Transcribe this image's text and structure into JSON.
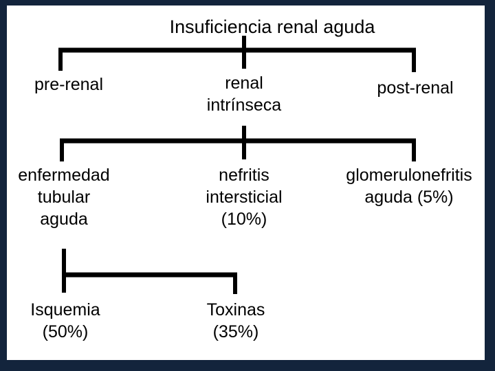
{
  "figure": {
    "kind": "hierarchy-flowchart",
    "language": "es",
    "frame_color": "#13243c",
    "panel_color": "#ffffff",
    "line_color": "#000000",
    "root": {
      "label": "Insuficiencia renal aguda"
    },
    "level1": [
      {
        "id": "pre-renal",
        "lines": [
          "pre-renal"
        ]
      },
      {
        "id": "renal-intrinseca",
        "lines": [
          "renal",
          "intrínseca"
        ]
      },
      {
        "id": "post-renal",
        "lines": [
          "post-renal"
        ]
      }
    ],
    "level2": [
      {
        "id": "necrosis-tubular-aguda",
        "lines": [
          "enfermedad",
          "tubular",
          "aguda"
        ]
      },
      {
        "id": "nefritis-intersticial",
        "lines": [
          "nefritis",
          "intersticial",
          "(10%)"
        ]
      },
      {
        "id": "glomerulonefritis-aguda",
        "lines": [
          "glomerulonefritis",
          "aguda (5%)"
        ]
      }
    ],
    "level3": [
      {
        "id": "isquemia",
        "lines": [
          "Isquemia",
          "(50%)"
        ]
      },
      {
        "id": "toxinas",
        "lines": [
          "Toxinas",
          "(35%)"
        ]
      }
    ],
    "percentages": {
      "nefritis_intersticial": "10%",
      "glomerulonefritis_aguda": "5%",
      "isquemia": "50%",
      "toxinas": "35%"
    }
  }
}
